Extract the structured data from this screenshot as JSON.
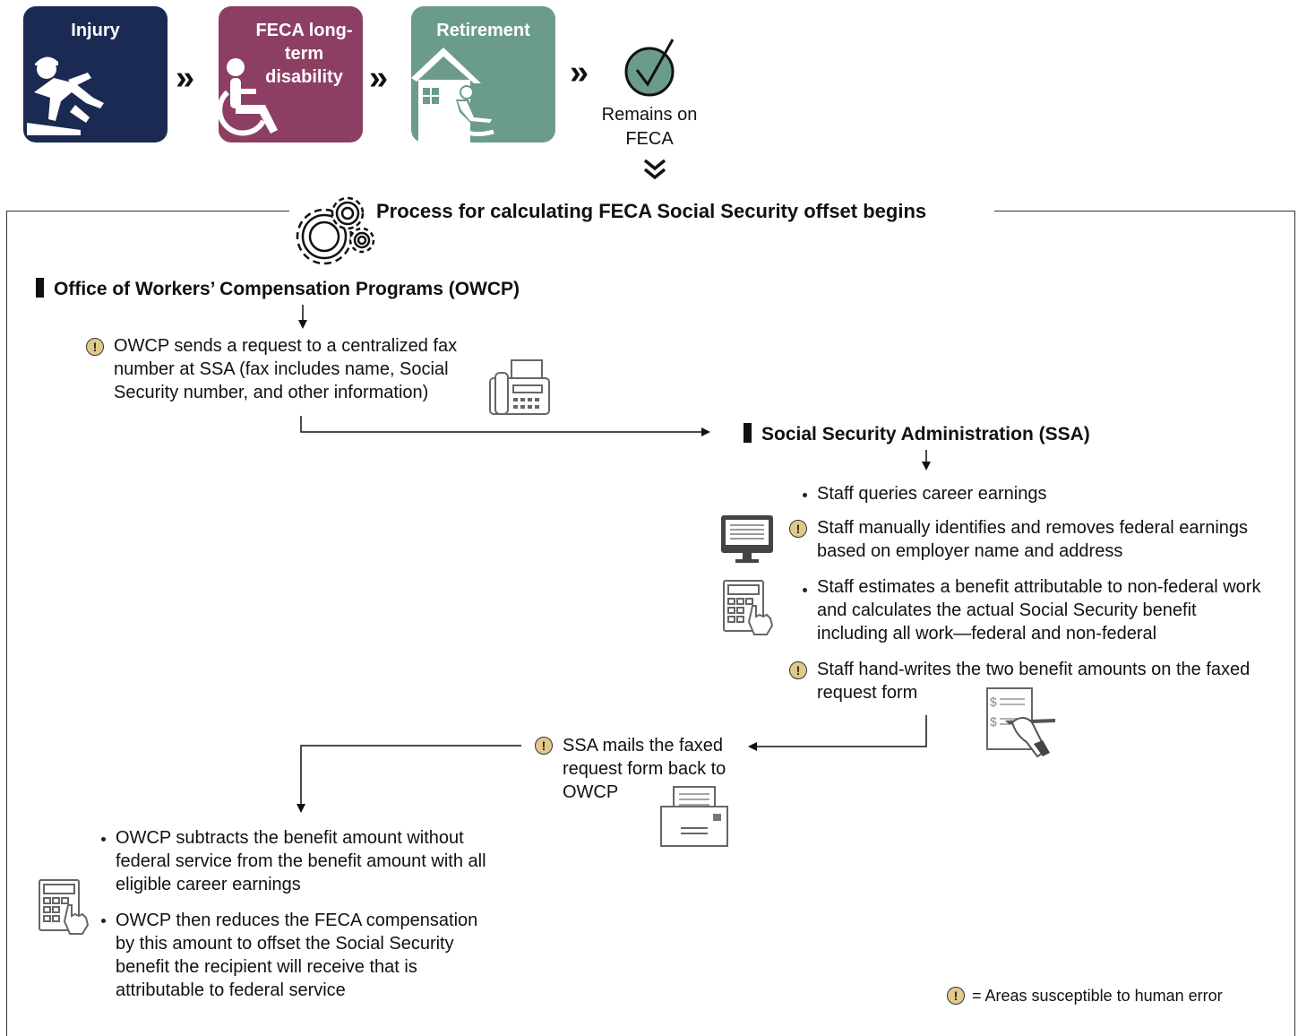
{
  "stages": [
    {
      "label": "Injury",
      "color": "#1b2a52",
      "icon": "slip-fall-icon"
    },
    {
      "label": "FECA long-term disability",
      "color": "#8c3f62",
      "icon": "wheelchair-icon"
    },
    {
      "label": "Retirement",
      "color": "#6b9b8b",
      "icon": "retirement-home-icon"
    }
  ],
  "remains": {
    "label": "Remains on FECA",
    "icon": "checkmark-circle-icon"
  },
  "process_title": "Process for calculating FECA Social Security offset begins",
  "owcp": {
    "heading": "Office of Workers’ Compensation Programs (OWCP)",
    "request": "OWCP sends a request to a centralized fax number at SSA (fax includes name, Social Security number, and other information)",
    "subtract": "OWCP subtracts the benefit amount without federal service from the benefit amount with all eligible career earnings",
    "reduce": "OWCP then reduces the FECA compensation by this amount to offset the Social Security benefit the recipient will receive that is attributable to federal service"
  },
  "ssa": {
    "heading": "Social Security Administration (SSA)",
    "steps": [
      "Staff queries career earnings",
      "Staff manually identifies and removes federal earnings based on employer name and address",
      "Staff estimates a benefit attributable to non-federal work and calculates the actual Social Security benefit including all work—federal and non-federal",
      "Staff hand-writes the two benefit amounts on the faxed request form"
    ],
    "mail_back": "SSA mails the faxed request form back to OWCP"
  },
  "legend": {
    "text": "= Areas susceptible to human error",
    "symbol": "!"
  },
  "colors": {
    "warning": "#e2c98a",
    "injury": "#1b2a52",
    "disability": "#8c3f62",
    "retirement": "#6b9b8b"
  }
}
